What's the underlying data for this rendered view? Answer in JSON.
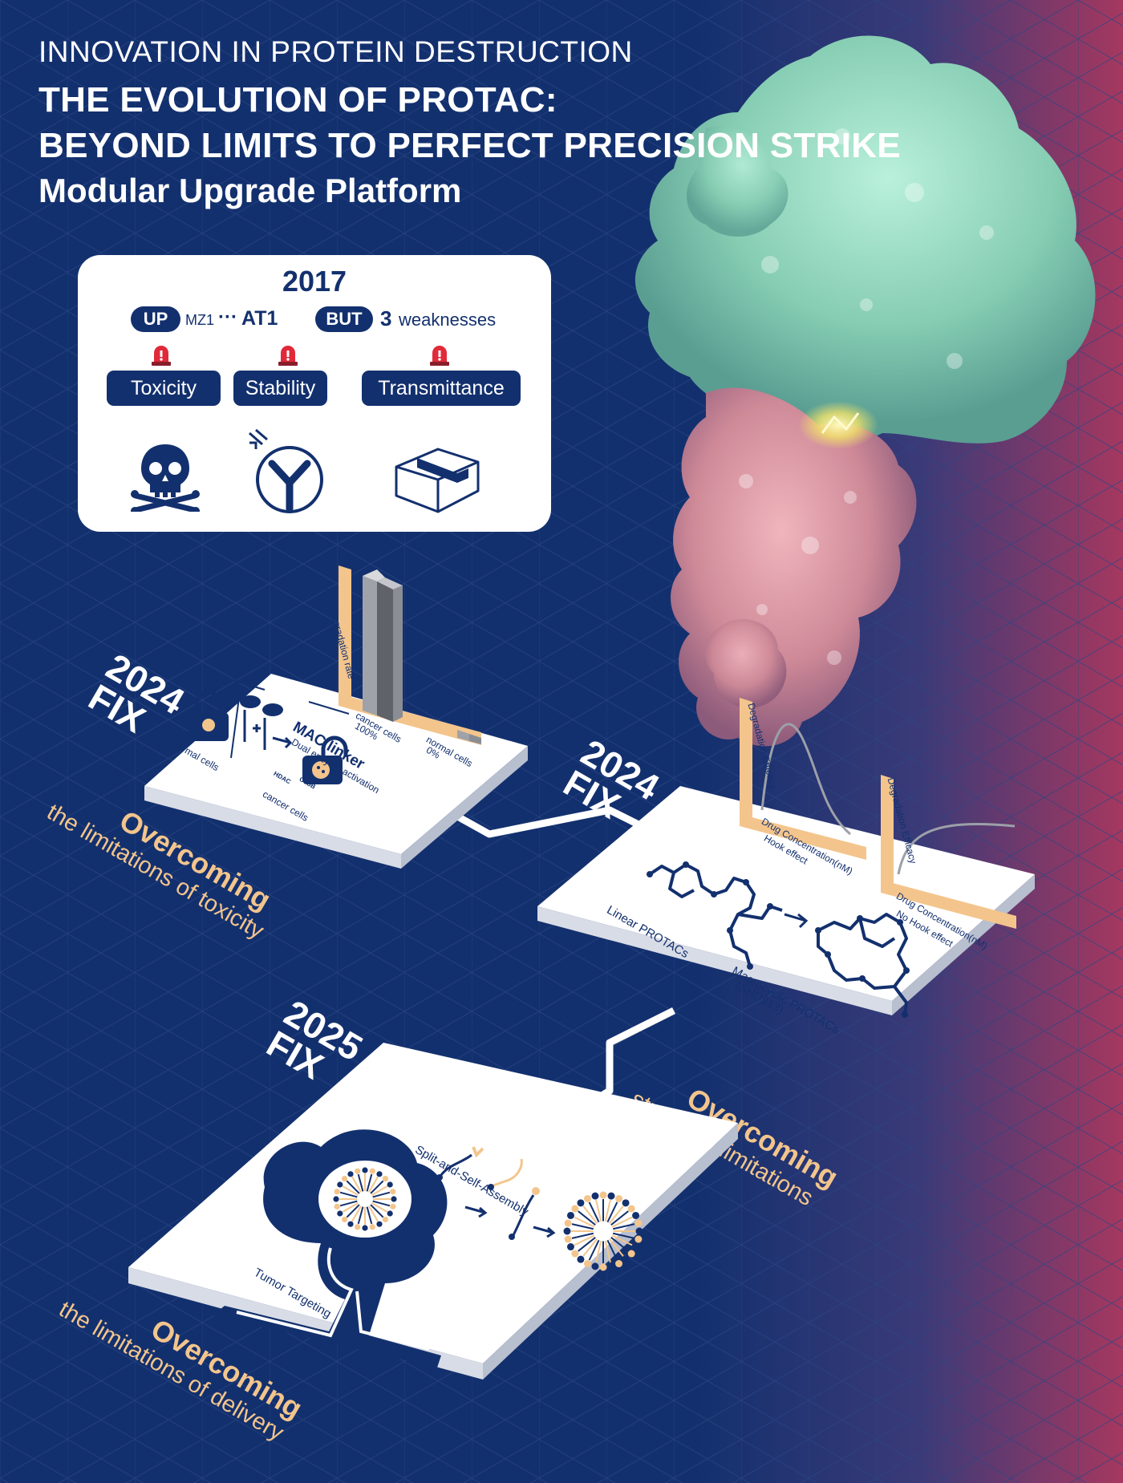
{
  "header": {
    "kicker": "INNOVATION IN PROTEIN DESTRUCTION",
    "title_line1": "THE EVOLUTION OF PROTAC:",
    "title_line2": "BEYOND LIMITS TO PERFECT PRECISION STRIKE",
    "subtitle": "Modular Upgrade Platform"
  },
  "card_2017": {
    "year": "2017",
    "up_label": "UP",
    "mz1": "MZ1",
    "dots": "···",
    "at1": "AT1",
    "but_label": "BUT",
    "count": "3",
    "weaknesses_label": "weaknesses",
    "weaknesses": [
      "Toxicity",
      "Stability",
      "Transmittance"
    ],
    "icons": [
      "skull-crossbones-icon",
      "antibody-icon",
      "package-box-icon"
    ]
  },
  "panel_toxicity": {
    "fix_year": "2024",
    "fix_label": "FIX",
    "overcoming": "Overcoming",
    "subtitle": "the limitations of toxicity",
    "linker_title": "MAC linker",
    "linker_sub": "Dual enzyme activation",
    "normal_cells": "normal cells",
    "cancer_cells": "cancer cells",
    "hdac": "HDAC",
    "ctsb": "CTSB",
    "axis_label": "Protein degradation rate",
    "bar_cancer_label": "cancer cells",
    "bar_cancer_value": "100%",
    "bar_normal_label": "normal cells",
    "bar_normal_value": "0%",
    "bars": [
      {
        "label": "cancer cells",
        "value": 100
      },
      {
        "label": "normal cells",
        "value": 0
      }
    ]
  },
  "panel_structure": {
    "fix_year": "2024",
    "fix_label": "FIX",
    "overcoming": "Overcoming",
    "subtitle": "structural limitations",
    "chart1_y": "Degradation Efficacy",
    "chart1_x": "Drug Concentration(nM)",
    "chart1_note": "Hook effect",
    "chart2_y": "Degradation Efficacy",
    "chart2_x": "Drug Concentration(nM)",
    "chart2_note": "No Hook effect",
    "linear_label": "Linear PROTACs",
    "macro_label": "Macrocyclic PROTACs",
    "macro_sub": "(SHD913)"
  },
  "panel_delivery": {
    "fix_year": "2025",
    "fix_label": "FIX",
    "overcoming": "Overcoming",
    "subtitle": "the limitations of delivery",
    "assembly_label": "Split-and-Self-Assembly",
    "tumor_label": "Tumor Targeting"
  },
  "colors": {
    "navy": "#13306e",
    "orange": "#f3c58c",
    "white": "#ffffff",
    "alert_red": "#e02a3a",
    "protein_teal": "#8fd9bf",
    "protein_pink": "#d98a9a"
  }
}
